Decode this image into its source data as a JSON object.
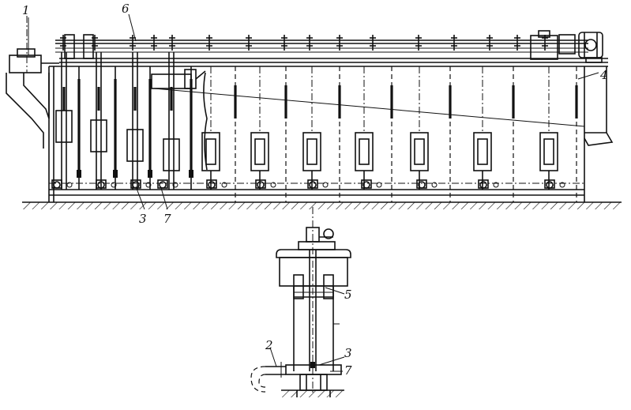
{
  "figure": {
    "labels": {
      "feed_hopper": "1",
      "air_pipe": "2",
      "valve": "3",
      "tank_body": "4",
      "agitator": "5",
      "drive_shaft": "6",
      "drain_pipe": "7"
    },
    "section_labels": {
      "valve": "3",
      "agitator": "5",
      "air_pipe": "2",
      "drain_pipe": "7"
    }
  }
}
